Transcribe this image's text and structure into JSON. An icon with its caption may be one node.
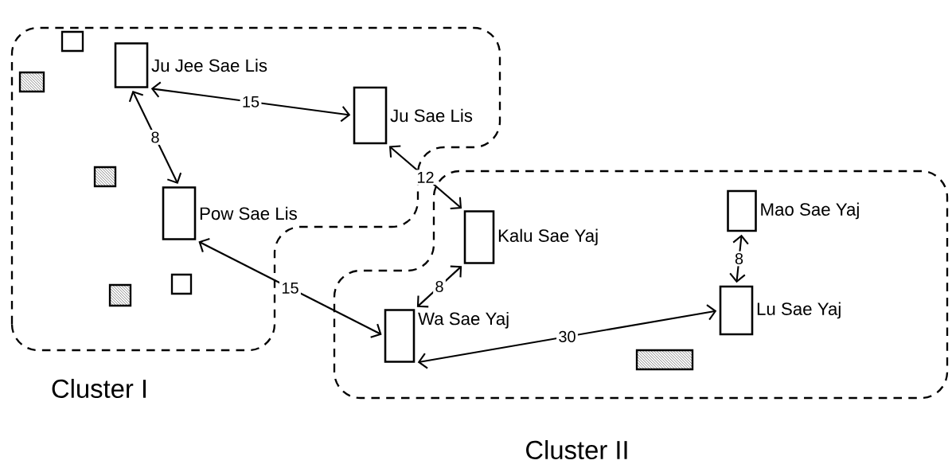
{
  "diagram": {
    "nodes": [
      {
        "text": [
          "Cluster I"
        ]
      },
      {
        "text": [
          "Cluster II"
        ]
      },
      {
        "text": [
          "Ju Jee Sae Lis"
        ],
        "in": 0
      },
      {
        "text": [
          "Ju Sae Lis"
        ],
        "in": 0
      },
      {
        "text": [
          "Pow Sae Lis"
        ],
        "in": 0
      },
      {
        "text": [
          "Kalu Sae Yaj"
        ],
        "in": 1
      },
      {
        "text": [
          "Mao Sae Yaj"
        ],
        "in": 1
      },
      {
        "text": [
          "Wa Sae Yaj"
        ],
        "in": 1
      },
      {
        "text": [
          "Lu Sae Yaj"
        ],
        "in": 1
      },
      {
        "text": [],
        "shape": "box",
        "in": 0
      },
      {
        "text": [],
        "shape": "picture",
        "in": 0
      },
      {
        "text": [],
        "shape": "picture",
        "in": 0
      },
      {
        "text": [],
        "shape": "box",
        "in": 0
      },
      {
        "text": [],
        "shape": "picture",
        "in": 0
      },
      {
        "text": [],
        "shape": "picture",
        "in": 1
      }
    ],
    "edges": [
      {
        "from": 2,
        "to": 3,
        "arrow": "both",
        "label": "15"
      },
      {
        "from": 2,
        "to": 4,
        "arrow": "both",
        "label": "8"
      },
      {
        "from": 3,
        "to": 5,
        "arrow": "both",
        "label": "12"
      },
      {
        "from": 4,
        "to": 7,
        "arrow": "both",
        "label": "15"
      },
      {
        "from": 5,
        "to": 7,
        "arrow": "both",
        "label": "8"
      },
      {
        "from": 7,
        "to": 8,
        "arrow": "both",
        "label": "30"
      },
      {
        "from": 6,
        "to": 8,
        "arrow": "both",
        "label": "8"
      }
    ]
  }
}
